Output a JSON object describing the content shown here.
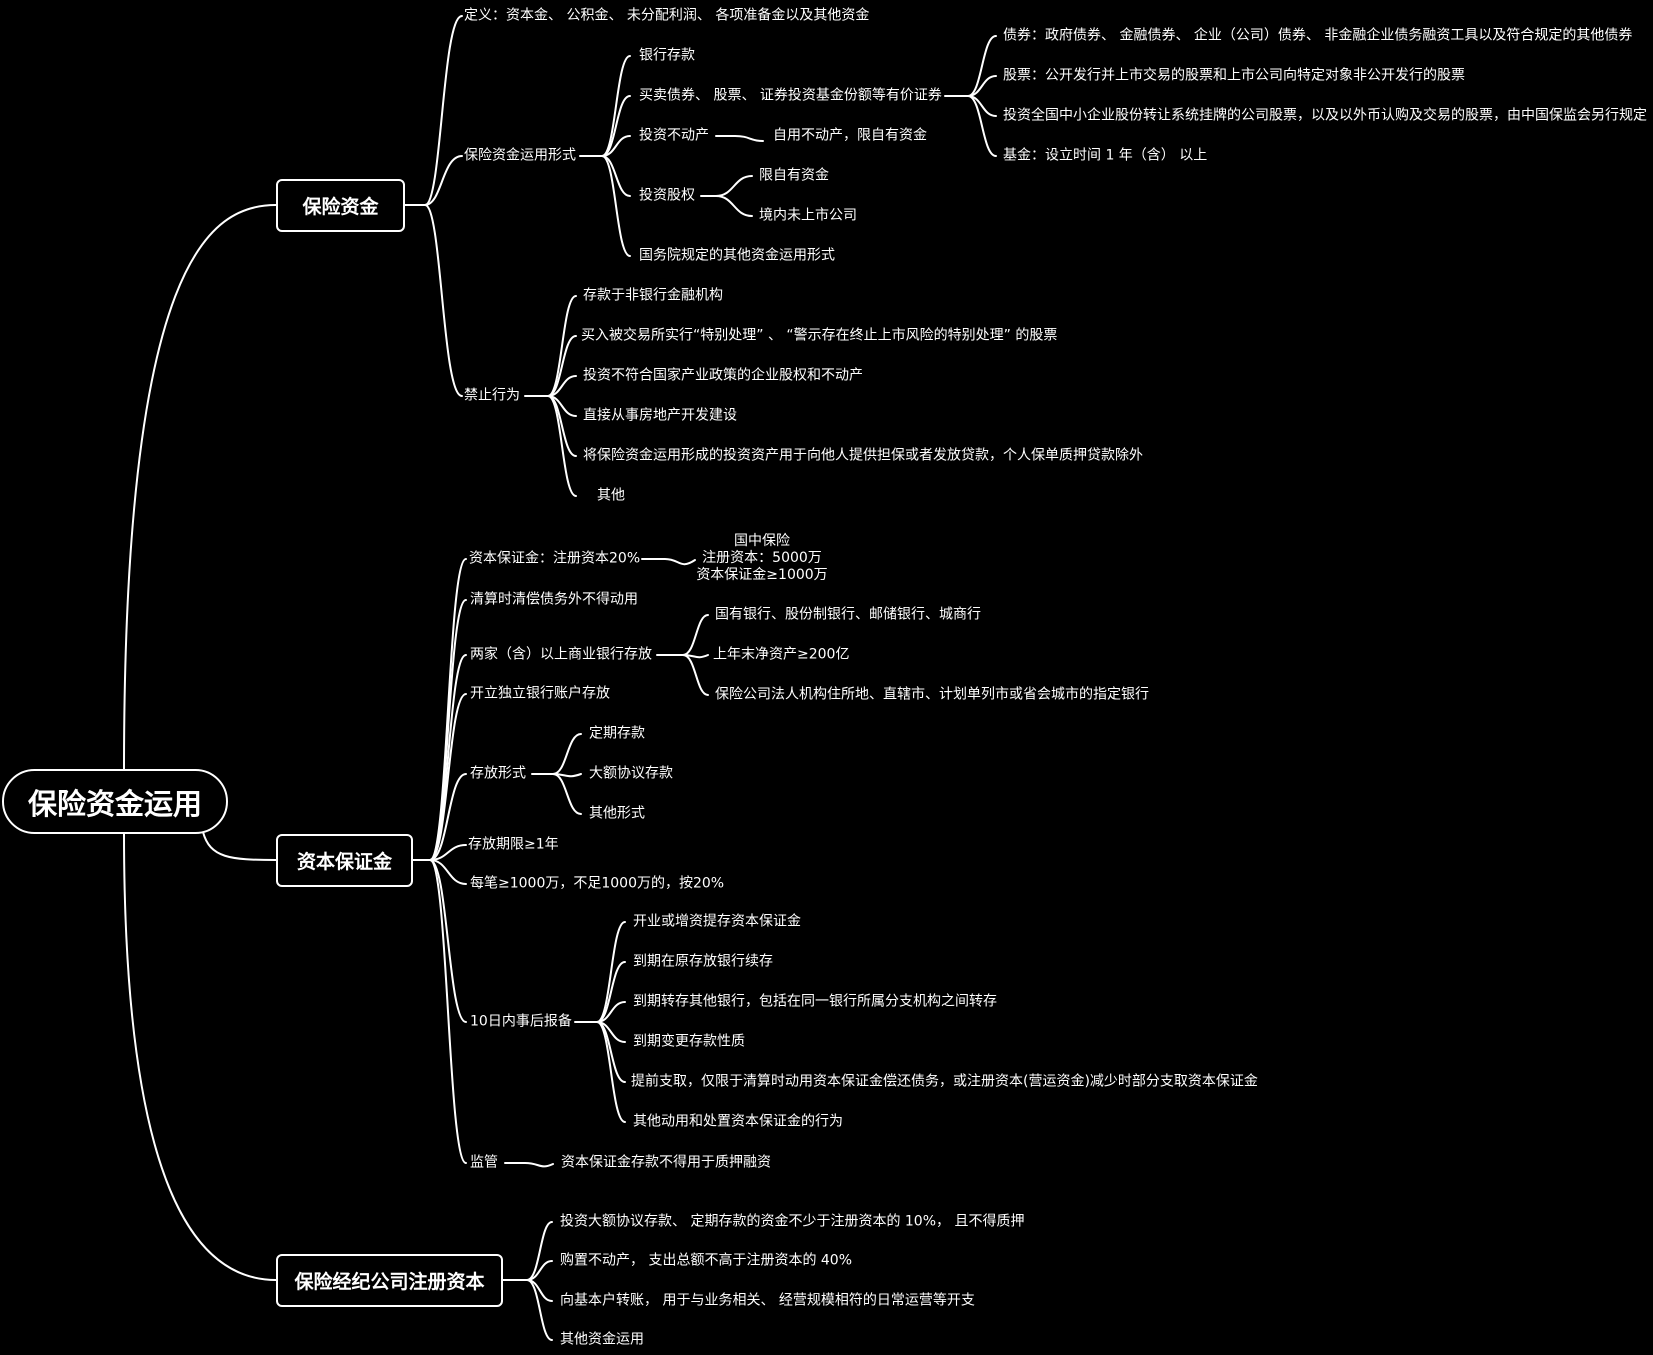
{
  "root": {
    "label": "保险资金运用"
  },
  "insurance_funds": {
    "label": "保险资金",
    "definition": "定义：资本金、 公积金、 未分配利润、 各项准备金以及其他资金",
    "forms": {
      "label": "保险资金运用形式",
      "bank_deposit": "银行存款",
      "securities": {
        "label": "买卖债券、 股票、 证券投资基金份额等有价证券",
        "items": [
          "债券：政府债券、 金融债券、 企业（公司）债券、 非金融企业债务融资工具以及符合规定的其他债券",
          "股票：公开发行并上市交易的股票和上市公司向特定对象非公开发行的股票",
          "投资全国中小企业股份转让系统挂牌的公司股票，以及以外币认购及交易的股票，由中国保监会另行规定",
          "基金：设立时间 1 年（含） 以上"
        ]
      },
      "real_estate": {
        "label": "投资不动产",
        "note": "自用不动产，限自有资金"
      },
      "equity": {
        "label": "投资股权",
        "items": [
          "限自有资金",
          "境内未上市公司"
        ]
      },
      "other": "国务院规定的其他资金运用形式"
    },
    "prohibited": {
      "label": "禁止行为",
      "items": [
        "存款于非银行金融机构",
        "买入被交易所实行“特别处理” 、 “警示存在终止上市风险的特别处理” 的股票",
        "投资不符合国家产业政策的企业股权和不动产",
        "直接从事房地产开发建设",
        "将保险资金运用形成的投资资产用于向他人提供担保或者发放贷款，个人保单质押贷款除外",
        "其他"
      ]
    }
  },
  "capital_guarantee": {
    "label": "资本保证金",
    "ratio": {
      "label": "资本保证金：注册资本20%",
      "example": [
        "国中保险",
        "注册资本：5000万",
        "资本保证金≥1000万"
      ]
    },
    "liquidation": "清算时清偿债务外不得动用",
    "banks": {
      "label": "两家（含）以上商业银行存放",
      "items": [
        "国有银行、股份制银行、邮储银行、城商行",
        "上年末净资产≥200亿",
        "保险公司法人机构住所地、直辖市、计划单列市或省会城市的指定银行"
      ]
    },
    "account": "开立独立银行账户存放",
    "deposit_forms": {
      "label": "存放形式",
      "items": [
        "定期存款",
        "大额协议存款",
        "其他形式"
      ]
    },
    "term": "存放期限≥1年",
    "per_amount": "每笔≥1000万，不足1000万的，按20%",
    "report": {
      "label": "10日内事后报备",
      "items": [
        "开业或增资提存资本保证金",
        "到期在原存放银行续存",
        "到期转存其他银行，包括在同一银行所属分支机构之间转存",
        "到期变更存款性质",
        "提前支取，仅限于清算时动用资本保证金偿还债务，或注册资本(营运资金)减少时部分支取资本保证金",
        "其他动用和处置资本保证金的行为"
      ]
    },
    "supervision": {
      "label": "监管",
      "note": "资本保证金存款不得用于质押融资"
    }
  },
  "broker": {
    "label": "保险经纪公司注册资本",
    "items": [
      "投资大额协议存款、 定期存款的资金不少于注册资本的 10%， 且不得质押",
      "购置不动产， 支出总额不高于注册资本的 40%",
      "向基本户转账， 用于与业务相关、 经营规模相符的日常运营等开支",
      "其他资金运用"
    ]
  }
}
